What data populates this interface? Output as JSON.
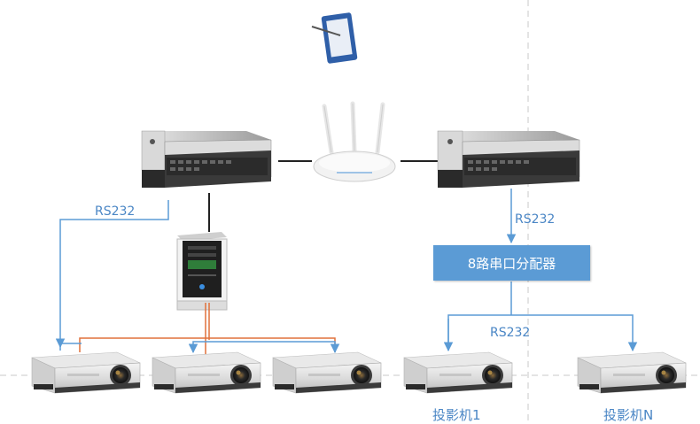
{
  "labels": {
    "rs232_left": "RS232",
    "rs232_right_top": "RS232",
    "rs232_right_bottom": "RS232",
    "splitter": "8路串口分配器",
    "projector_1": "投影机1",
    "projector_n": "投影机N"
  },
  "icons": {
    "tablet": "tablet-icon",
    "router": "wifi-router-icon",
    "controller": "central-controller-icon",
    "pc": "pc-tower-icon",
    "projector": "projector-icon"
  },
  "colors": {
    "rs232_line": "#5b9bd5",
    "orange_line": "#e0703a",
    "network_line": "#222222",
    "splitter_fill": "#5b9bd5"
  }
}
